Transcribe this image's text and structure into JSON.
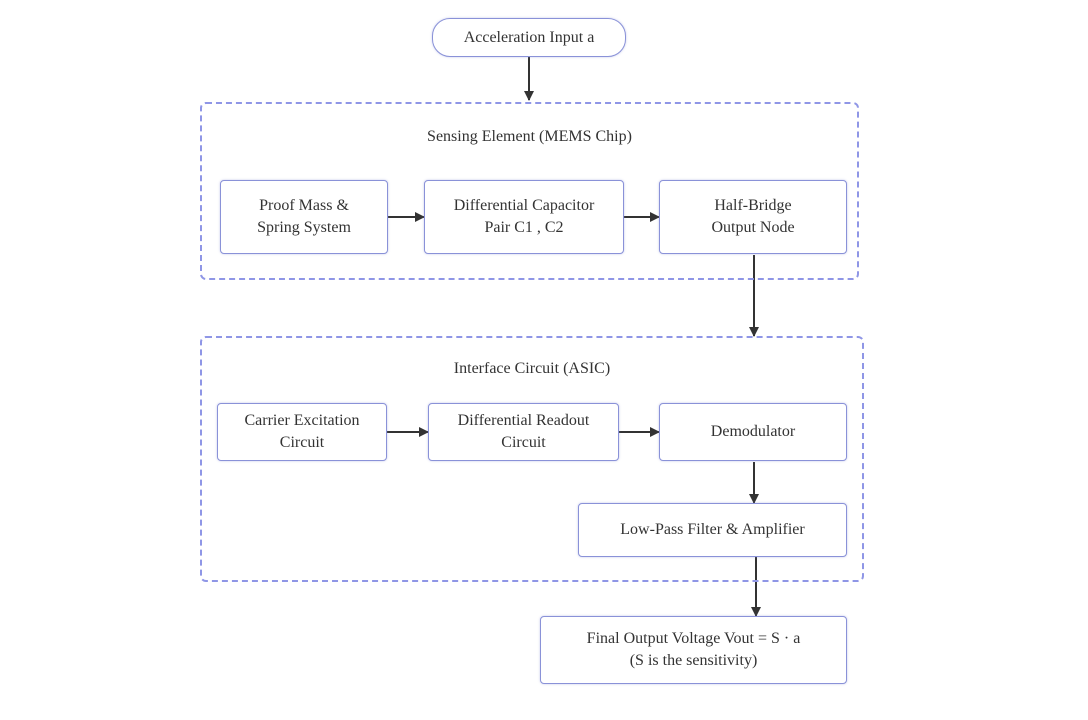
{
  "input": {
    "label": "Acceleration Input a"
  },
  "sensing": {
    "title": "Sensing Element (MEMS Chip)",
    "nodes": [
      {
        "line1": "Proof Mass &",
        "line2": "Spring System"
      },
      {
        "line1": "Differential Capacitor",
        "line2": "Pair C1 , C2"
      },
      {
        "line1": "Half-Bridge",
        "line2": "Output Node"
      }
    ]
  },
  "interface": {
    "title": "Interface Circuit (ASIC)",
    "nodes": [
      {
        "line1": "Carrier Excitation",
        "line2": "Circuit"
      },
      {
        "line1": "Differential Readout",
        "line2": "Circuit"
      },
      {
        "line1": "Demodulator"
      },
      {
        "line1": "Low-Pass Filter & Amplifier"
      }
    ]
  },
  "output": {
    "line1": "Final Output Voltage Vout = S · a",
    "line2": "(S is the sensitivity)"
  },
  "colors": {
    "node_border": "#8a92d8",
    "group_border": "#8f96e6",
    "edge": "#333333",
    "text": "#333333"
  }
}
